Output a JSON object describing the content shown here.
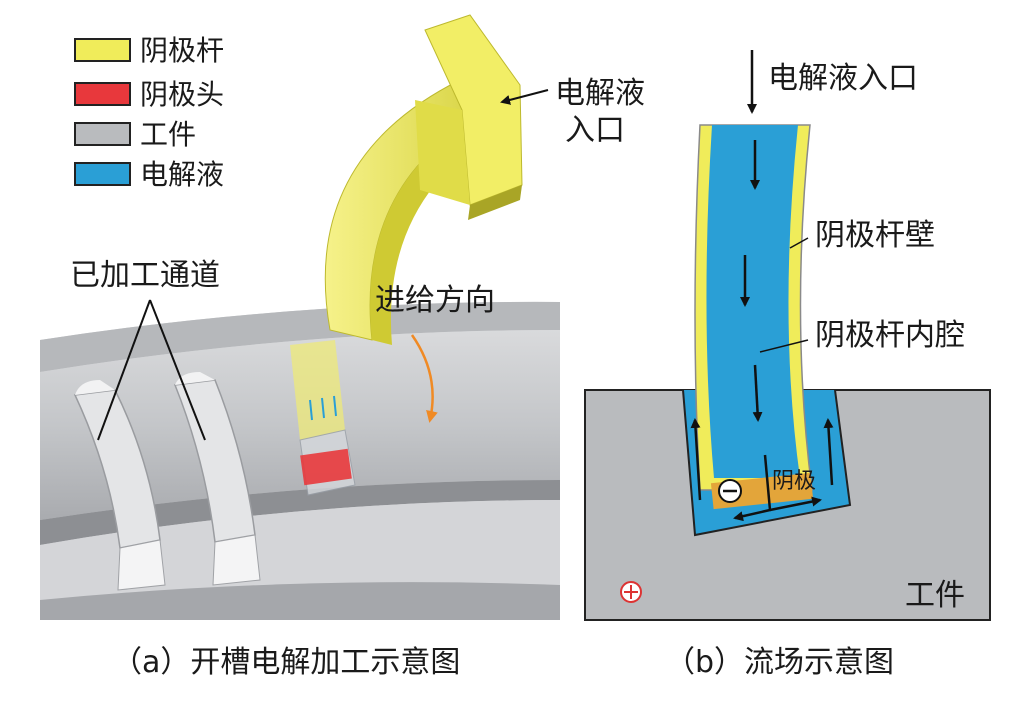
{
  "legend": [
    {
      "label": "阴极杆",
      "color": "#f0ec5a"
    },
    {
      "label": "阴极头",
      "color": "#e8383c"
    },
    {
      "label": "工件",
      "color": "#b9bbbe"
    },
    {
      "label": "电解液",
      "color": "#2a9fd6"
    }
  ],
  "panel_a": {
    "inlet_label_line1": "电解液",
    "inlet_label_line2": "入口",
    "machined_channels": "已加工通道",
    "feed_direction": "进给方向",
    "caption": "（a）开槽电解加工示意图"
  },
  "panel_b": {
    "inlet_label": "电解液入口",
    "cathode_wall": "阴极杆壁",
    "cathode_cavity": "阴极杆内腔",
    "cathode": "阴极",
    "workpiece": "工件",
    "caption": "（b）流场示意图"
  },
  "colors": {
    "cathode_rod": "#f0ec5a",
    "cathode_head": "#e8383c",
    "workpiece": "#b9bbbe",
    "electrolyte": "#2a9fd6",
    "feed_arrow": "#f08a24"
  }
}
